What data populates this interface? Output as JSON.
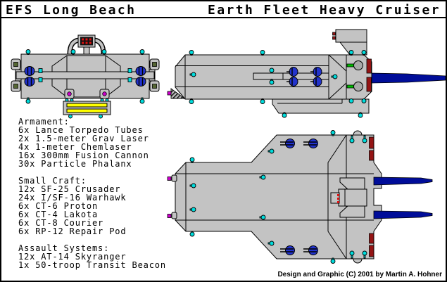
{
  "header": {
    "left_title": "EFS Long Beach",
    "right_title": "Earth Fleet Heavy Cruiser"
  },
  "specs": {
    "armament": {
      "heading": "Armament:",
      "items": [
        "6x Lance Torpedo Tubes",
        "2x 1.5-meter Grav Laser",
        "4x 1-meter Chemlaser",
        "16x 300mm Fusion Cannon",
        "30x Particle Phalanx"
      ]
    },
    "small_craft": {
      "heading": "Small Craft:",
      "items": [
        "12x SF-25 Crusader",
        "24x I/SF-16 Warhawk",
        "6x CT-6 Proton",
        "6x CT-4 Lakota",
        "6x CT-8 Courier",
        "6x RP-12 Repair Pod"
      ]
    },
    "assault_systems": {
      "heading": "Assault Systems:",
      "items": [
        "12x AT-14 Skyranger",
        "1x 50-troop Transit Beacon"
      ]
    }
  },
  "footer": {
    "credit": "Design and Graphic (C) 2001 by Martin A. Hohner"
  },
  "colors": {
    "hull_gray": "#c3c3c3",
    "engine_blue": "#2233cc",
    "boom_navy": "#000d99",
    "thruster_maroon": "#941414",
    "turret_cyan": "#00dddd",
    "bay_yellow": "#ffff00",
    "probe_magenta": "#cc00cc",
    "laser_green": "#00bb00",
    "window_red": "#dd1111",
    "pod_core": "#556633"
  }
}
